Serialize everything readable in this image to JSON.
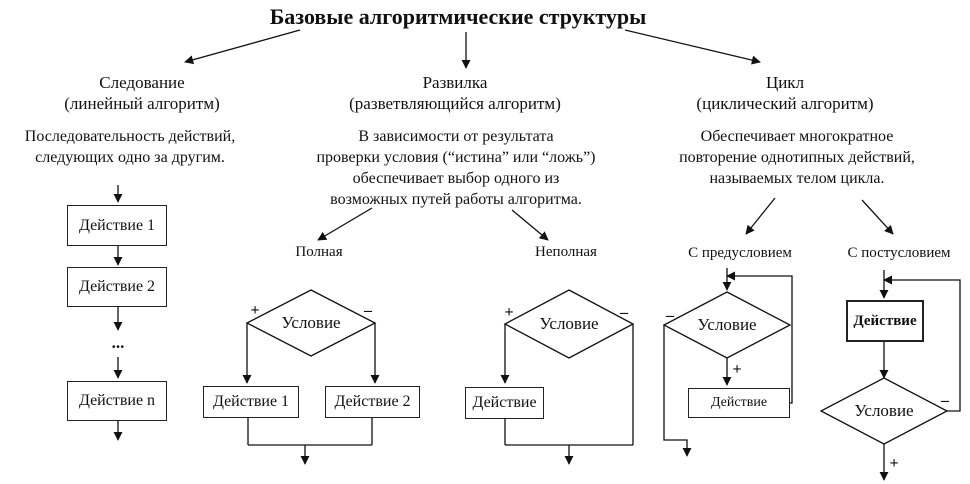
{
  "title": "Базовые алгоритмические структуры",
  "columns": {
    "sequence": {
      "name": "Следование",
      "subtitle": "(линейный алгоритм)",
      "desc_lines": [
        "Последовательность действий,",
        "следующих одно за другим."
      ],
      "steps": [
        "Действие 1",
        "Действие 2",
        "...",
        "Действие n"
      ]
    },
    "branch": {
      "name": "Развилка",
      "subtitle": "(разветвляющийся алгоритм)",
      "desc_lines": [
        "В зависимости от результата",
        "проверки условия (“истина” или “ложь”)",
        "обеспечивает выбор одного из",
        "возможных путей работы алгоритма."
      ],
      "full": {
        "label": "Полная",
        "condition": "Условие",
        "plus": "+",
        "minus": "–",
        "action1": "Действие 1",
        "action2": "Действие 2"
      },
      "partial": {
        "label": "Неполная",
        "condition": "Условие",
        "plus": "+",
        "minus": "–",
        "action": "Действие"
      }
    },
    "loop": {
      "name": "Цикл",
      "subtitle": "(циклический алгоритм)",
      "desc_lines": [
        "Обеспечивает многократное",
        "повторение однотипных действий,",
        "называемых телом цикла."
      ],
      "pre": {
        "label": "С предусловием",
        "condition": "Условие",
        "plus": "+",
        "minus": "–",
        "action": "Действие"
      },
      "post": {
        "label": "С постусловием",
        "condition": "Условие",
        "plus": "+",
        "minus": "–",
        "action": "Действие"
      }
    }
  }
}
